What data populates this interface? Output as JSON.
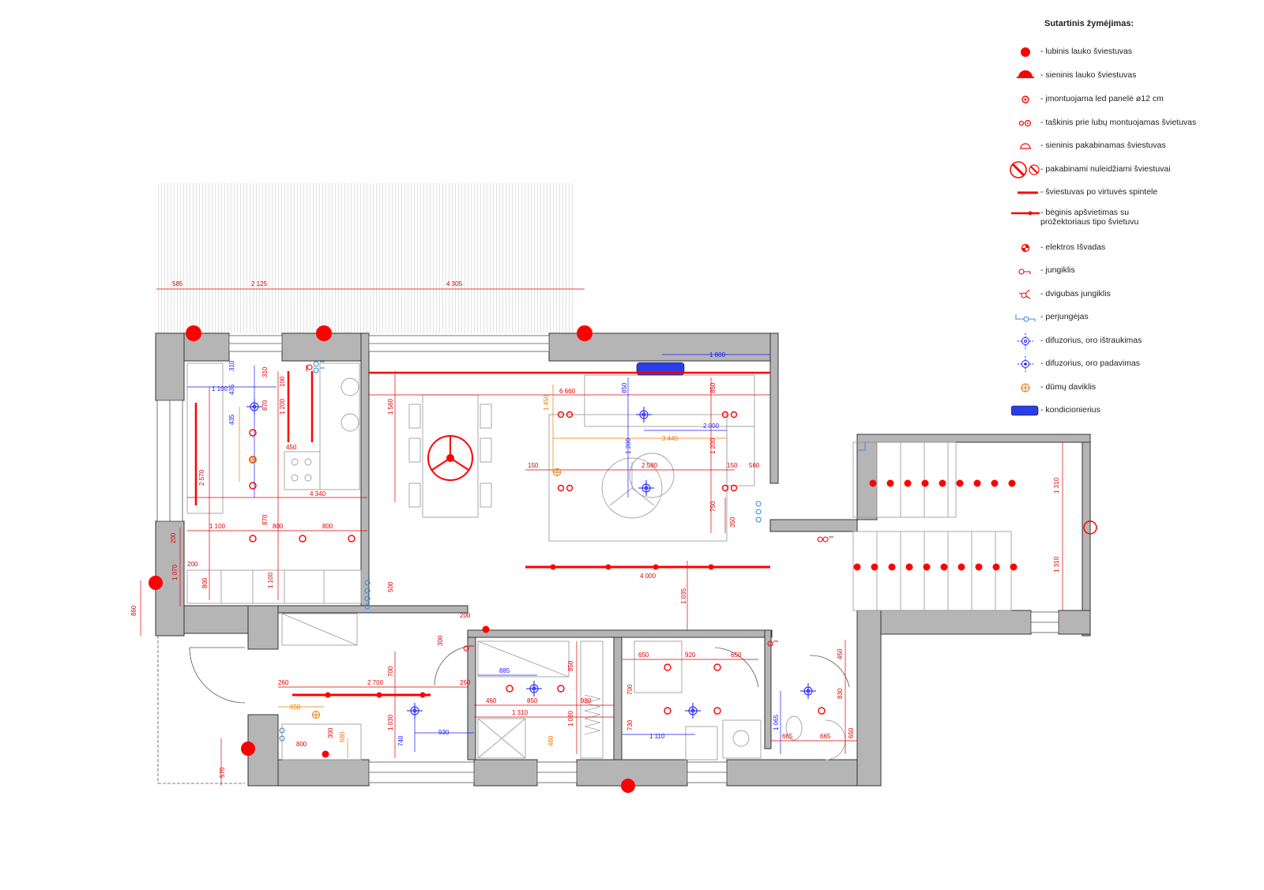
{
  "legend": {
    "title": "Sutartinis žymėjimas:",
    "items": [
      {
        "key": "ceiling-outdoor-light",
        "label": "- lubinis lauko šviestuvas"
      },
      {
        "key": "wall-outdoor-light",
        "label": "- sieninis lauko šviestuvas"
      },
      {
        "key": "led-panel",
        "label": "- įmontuojama led panelė ø12 cm"
      },
      {
        "key": "spot-ceiling-light",
        "label": "- taškinis prie lubų montuojamas švietuvas"
      },
      {
        "key": "wall-hanging-light",
        "label": "- sieninis pakabinamas šviestuvas"
      },
      {
        "key": "pendant-light",
        "label": "- pakabinami nuleidžiami šviestuvai"
      },
      {
        "key": "under-cabinet-light",
        "label": "- šviestuvas po virtuvės spintele"
      },
      {
        "key": "track-light",
        "label": "- bėginis apšvietimas su",
        "label2": "prožektoriaus tipo švietuvu"
      },
      {
        "key": "electric-outlet",
        "label": "- elektros Išvadas"
      },
      {
        "key": "switch",
        "label": "- jungiklis"
      },
      {
        "key": "double-switch",
        "label": "- dvigubas jungiklis"
      },
      {
        "key": "two-way-switch",
        "label": "- perjungėjas"
      },
      {
        "key": "diffuser-exhaust",
        "label": "- difuzorius, oro ištraukimas"
      },
      {
        "key": "diffuser-supply",
        "label": "- difuzorius, oro padavimas"
      },
      {
        "key": "smoke-detector",
        "label": "- dūmų daviklis"
      },
      {
        "key": "air-conditioner",
        "label": "- kondicionierius"
      }
    ]
  },
  "dimensions": {
    "terrace_top": [
      "585",
      "2 125",
      "4 305"
    ],
    "kitchen": [
      "310",
      "435",
      "435",
      "310",
      "100",
      "870",
      "1 200",
      "1 100",
      "2 570",
      "450",
      "4 340",
      "870",
      "1 100",
      "800",
      "800",
      "200",
      "200",
      "1 070",
      "800",
      "1 100",
      "860"
    ],
    "living": [
      "1 800",
      "6 660",
      "850",
      "850",
      "1 450",
      "1 560",
      "2 000",
      "3 440",
      "1 200",
      "1 200",
      "2 580",
      "150",
      "150",
      "560",
      "750",
      "350",
      "4 000",
      "500",
      "1 035",
      "200"
    ],
    "stairs": [
      "1 310",
      "1 310"
    ],
    "lower": [
      "300",
      "700",
      "2 700",
      "260",
      "260",
      "650",
      "1 030",
      "740",
      "930",
      "680",
      "300",
      "800",
      "570",
      "885",
      "850",
      "460",
      "1 310",
      "980",
      "850",
      "1 080",
      "480",
      "650",
      "920",
      "650",
      "700",
      "730",
      "1 110",
      "450",
      "830",
      "1 065",
      "665",
      "665",
      "650"
    ]
  },
  "colors": {
    "wall": "#b5b5b5",
    "wall_line": "#333333",
    "light": "#ff0000",
    "dim_red": "#e00000",
    "dim_blue": "#1a1aff",
    "dim_orange": "#f07800",
    "switch_blue": "#3c8cdc",
    "furniture": "#a0a0a0",
    "ac": "#2b3de6"
  }
}
